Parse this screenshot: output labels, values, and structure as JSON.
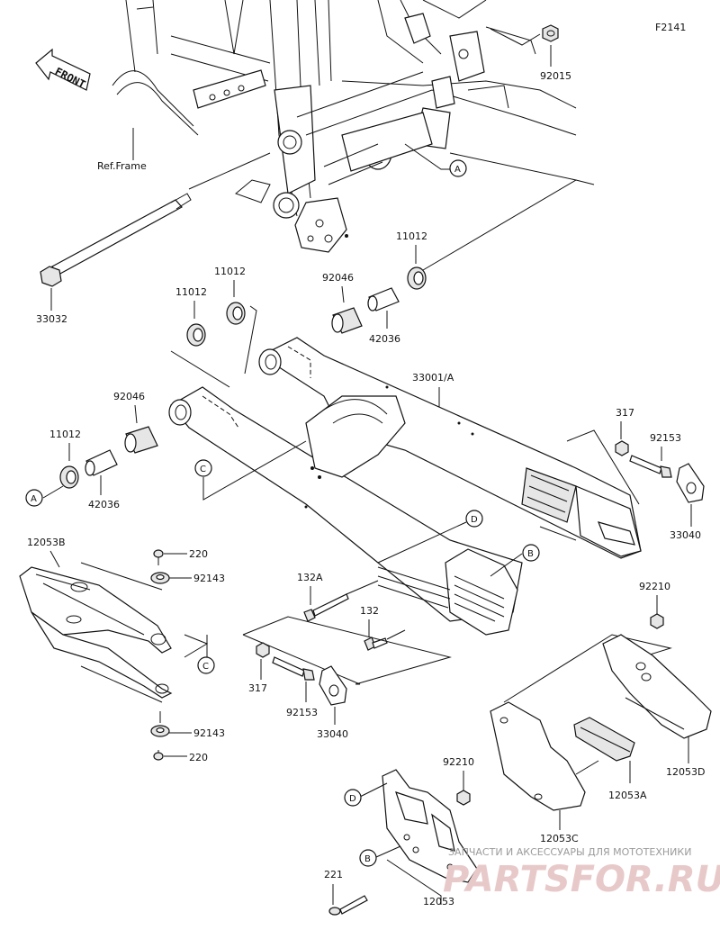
{
  "figure_id": "F2141",
  "front_label": "FRONT",
  "ref_frame": "Ref.Frame",
  "refs": {
    "A": "A",
    "B": "B",
    "C": "C",
    "D": "D"
  },
  "parts": {
    "p92015": "92015",
    "p33032": "33032",
    "p11012_a": "11012",
    "p11012_b": "11012",
    "p11012_c": "11012",
    "p11012_d": "11012",
    "p92046_a": "92046",
    "p92046_b": "92046",
    "p42036_a": "42036",
    "p42036_b": "42036",
    "p33001A": "33001/A",
    "p317_a": "317",
    "p317_b": "317",
    "p92153_a": "92153",
    "p92153_b": "92153",
    "p33040_a": "33040",
    "p33040_b": "33040",
    "p12053B": "12053B",
    "p220_a": "220",
    "p220_b": "220",
    "p92143_a": "92143",
    "p92143_b": "92143",
    "p132A": "132A",
    "p132": "132",
    "p92210_a": "92210",
    "p92210_b": "92210",
    "p12053D": "12053D",
    "p12053A": "12053A",
    "p12053C": "12053C",
    "p12053": "12053",
    "p221": "221"
  },
  "watermark": {
    "line1": "ЗАПЧАСТИ И АКСЕССУАРЫ ДЛЯ МОТОТЕХНИКИ",
    "line2": "PARTSFOR.RU"
  }
}
